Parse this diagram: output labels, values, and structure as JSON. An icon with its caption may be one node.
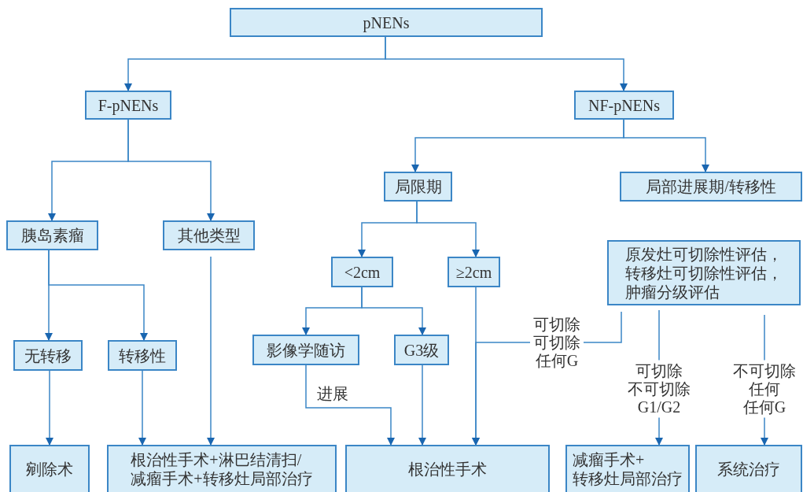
{
  "diagram": {
    "nodes": [
      {
        "text": [
          "pNENs"
        ]
      },
      {
        "text": [
          "F-pNENs"
        ]
      },
      {
        "text": [
          "NF-pNENs"
        ]
      },
      {
        "text": [
          "胰岛素瘤"
        ]
      },
      {
        "text": [
          "其他类型"
        ]
      },
      {
        "text": [
          "局限期"
        ]
      },
      {
        "text": [
          "局部进展期/转移性"
        ]
      },
      {
        "text": [
          "<2cm"
        ]
      },
      {
        "text": [
          "≥2cm"
        ]
      },
      {
        "text": [
          "原发灶可切除性评估，转移灶可切除性评估，肿瘤分级评估"
        ]
      },
      {
        "text": [
          "无转移"
        ]
      },
      {
        "text": [
          "转移性"
        ]
      },
      {
        "text": [
          "影像学随访"
        ]
      },
      {
        "text": [
          "G3级"
        ]
      },
      {
        "text": [
          "剜除术"
        ]
      },
      {
        "text": [
          "根治性手术+淋巴结清扫/减瘤手术+转移灶局部治疗"
        ]
      },
      {
        "text": [
          "根治性手术"
        ]
      },
      {
        "text": [
          "减瘤手术+转移灶局部治疗"
        ]
      },
      {
        "text": [
          "系统治疗"
        ]
      }
    ],
    "edges": [
      {
        "from": 0,
        "to": 1,
        "arrow": "to"
      },
      {
        "from": 0,
        "to": 2,
        "arrow": "to"
      },
      {
        "from": 1,
        "to": 3,
        "arrow": "to"
      },
      {
        "from": 1,
        "to": 4,
        "arrow": "to"
      },
      {
        "from": 2,
        "to": 5,
        "arrow": "to"
      },
      {
        "from": 2,
        "to": 6,
        "arrow": "to"
      },
      {
        "from": 3,
        "to": 10,
        "arrow": "to"
      },
      {
        "from": 3,
        "to": 11,
        "arrow": "to"
      },
      {
        "from": 4,
        "to": 15,
        "arrow": "to"
      },
      {
        "from": 5,
        "to": 7,
        "arrow": "to"
      },
      {
        "from": 5,
        "to": 8,
        "arrow": "to"
      },
      {
        "from": 7,
        "to": 12,
        "arrow": "to"
      },
      {
        "from": 7,
        "to": 13,
        "arrow": "to"
      },
      {
        "from": 10,
        "to": 14,
        "arrow": "to"
      },
      {
        "from": 11,
        "to": 15,
        "arrow": "to"
      },
      {
        "from": 12,
        "to": 16,
        "arrow": "to",
        "label": "进展"
      },
      {
        "from": 13,
        "to": 16,
        "arrow": "to"
      },
      {
        "from": 8,
        "to": 16,
        "arrow": "to"
      },
      {
        "from": 9,
        "to": 16,
        "arrow": "to",
        "label": "可切除可切除任何G"
      },
      {
        "from": 9,
        "to": 17,
        "arrow": "to",
        "label": "可切除不可切除G1/G2"
      },
      {
        "from": 9,
        "to": 18,
        "arrow": "to",
        "label": "不可切除任何任何G"
      }
    ]
  }
}
